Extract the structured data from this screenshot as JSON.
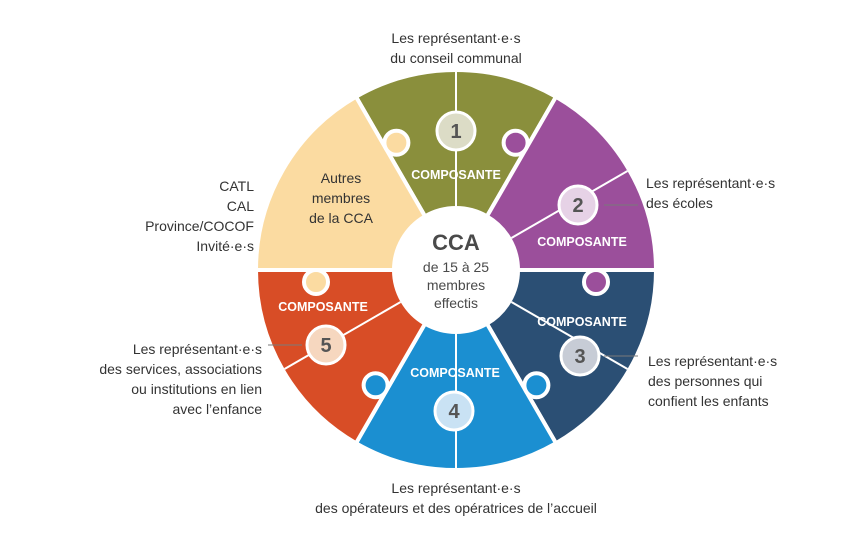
{
  "center": {
    "title": "CCA",
    "subtitle_lines": [
      "de 15 à 25",
      "membres",
      "effectis"
    ]
  },
  "segment_colors": {
    "s1": "#8a8f3c",
    "s2": "#9b4f9b",
    "s3": "#2b4f74",
    "s4": "#1b8fd1",
    "s5": "#d84d26",
    "s6": "#fbdba1"
  },
  "components": [
    {
      "number": "1",
      "label": "COMPOSANTE",
      "circle_fill": "#dcdcc6",
      "circle_stroke": "#ffffff",
      "description_lines": [
        "Les représentant·e·s",
        "du conseil communal"
      ]
    },
    {
      "number": "2",
      "label": "COMPOSANTE",
      "circle_fill": "#e6d2e6",
      "circle_stroke": "#ffffff",
      "description_lines": [
        "Les représentant·e·s",
        "des écoles"
      ]
    },
    {
      "number": "3",
      "label": "COMPOSANTE",
      "circle_fill": "#c7ccd6",
      "circle_stroke": "#ffffff",
      "description_lines": [
        "Les représentant·e·s",
        "des personnes qui",
        "confient les enfants"
      ]
    },
    {
      "number": "4",
      "label": "COMPOSANTE",
      "circle_fill": "#c9e2f4",
      "circle_stroke": "#ffffff",
      "description_lines": [
        "Les représentant·e·s",
        "des opérateurs et des opératrices de l’accueil"
      ]
    },
    {
      "number": "5",
      "label": "COMPOSANTE",
      "circle_fill": "#f6d7bf",
      "circle_stroke": "#ffffff",
      "description_lines": [
        "Les représentant·e·s",
        "des services, associations",
        "ou institutions en lien",
        "avec l’enfance"
      ]
    }
  ],
  "other_members": {
    "inner_lines": [
      "Autres",
      "membres",
      "de la CCA"
    ],
    "outer_lines": [
      "CATL",
      "CAL",
      "Province/COCOF",
      "Invité·e·s"
    ]
  }
}
